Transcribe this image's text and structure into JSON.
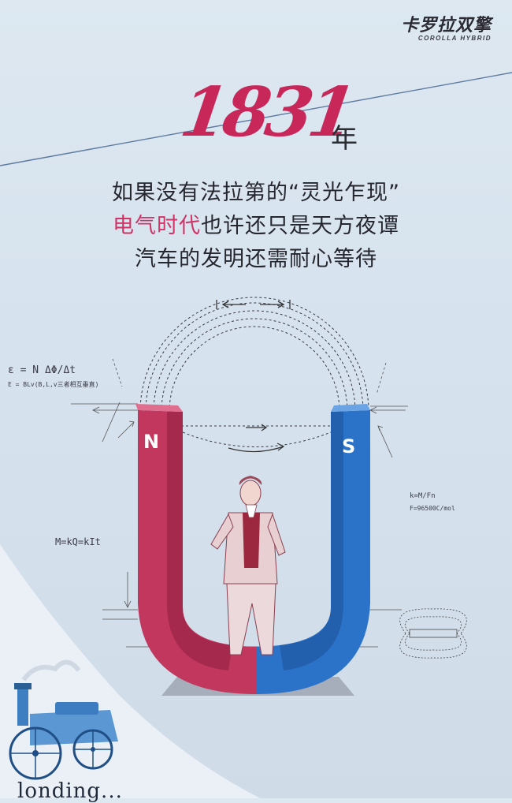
{
  "brand": {
    "name": "卡罗拉双擎",
    "subtitle": "COROLLA HYBRID"
  },
  "headline": {
    "year_number": "1831",
    "year_unit": "年"
  },
  "copy": {
    "line1": "如果没有法拉第的“灵光乍现”",
    "line2_highlight": "电气时代",
    "line2_rest": "也许还只是天方夜谭",
    "line3": "汽车的发明还需耐心等待"
  },
  "magnet": {
    "north_label": "N",
    "south_label": "S"
  },
  "formulas": {
    "emf": "ε = N ΔΦ/Δt",
    "emf_detail": "E = BLv(B,L,v三者相互垂直)",
    "mass": "M=kQ=kIt",
    "faraday_k": "k=M/Fn",
    "faraday_constant": "F=96500C/mol"
  },
  "colors": {
    "accent_red": "#c8275a",
    "magnet_red": "#c2375e",
    "magnet_blue": "#2b73c9",
    "text_dark": "#26262e",
    "background": "#d7e3ee"
  },
  "loco": {
    "partial_text": "londing..."
  },
  "icons": [
    "magnet-illustration",
    "faraday-figure",
    "steam-car-illustration",
    "bar-magnet-field-sketch"
  ]
}
